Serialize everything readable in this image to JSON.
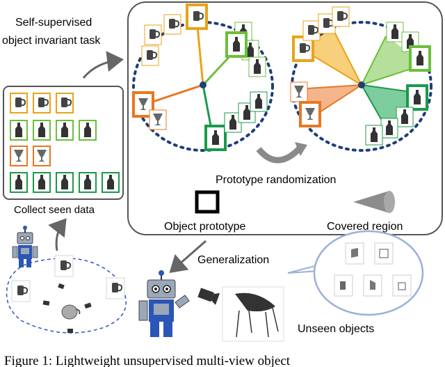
{
  "labels": {
    "task_title_line1": "Self-supervised",
    "task_title_line2": "object invariant task",
    "collect": "Collect seen data",
    "prototype_randomization": "Prototype randomization",
    "object_prototype": "Object prototype",
    "covered_region": "Covered region",
    "generalization": "Generalization",
    "unseen_objects": "Unseen objects"
  },
  "caption": "Figure 1:   Lightweight unsupervised multi-view object",
  "colors": {
    "mug": "#e8a317",
    "glass": "#e87722",
    "bottle_light": "#6bbf3a",
    "bottle_dark": "#1a9a4a",
    "dots": "#1f3d7a",
    "robot_body": "#9aa8b8",
    "robot_blue": "#2b56b8",
    "ellipse": "#9ab0d8"
  },
  "icons": [
    "mug-icon",
    "glass-icon",
    "bottle-icon",
    "robot-icon",
    "camera-icon",
    "chair-icon",
    "arrow-icon"
  ]
}
